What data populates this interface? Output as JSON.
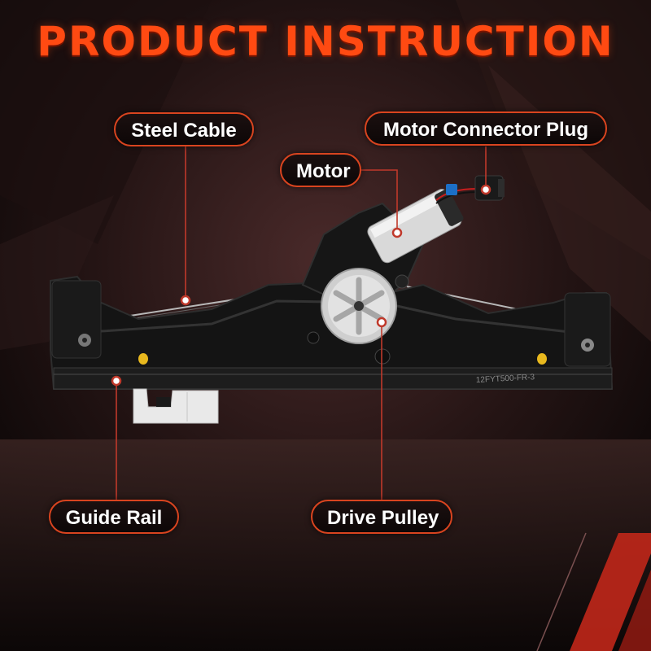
{
  "title": "PRODUCT INSTRUCTION",
  "labels": {
    "steel_cable": "Steel Cable",
    "motor_connector_plug": "Motor Connector Plug",
    "motor": "Motor",
    "guide_rail": "Guide Rail",
    "drive_pulley": "Drive Pulley"
  },
  "part_marking": "12FYT500-FR-3",
  "colors": {
    "accent": "#ff4a12",
    "label_border": "#d9441f",
    "callout_line": "#c0392b"
  }
}
